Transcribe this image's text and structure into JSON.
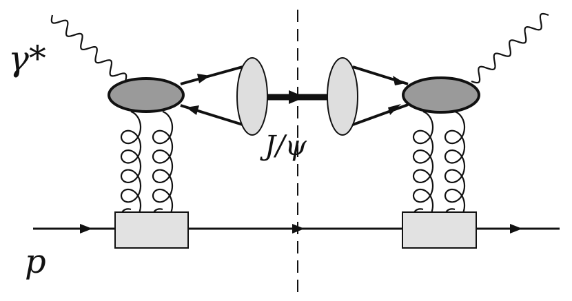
{
  "labels": {
    "photon": "γ*",
    "meson": "J/ψ",
    "proton": "p"
  },
  "colors": {
    "line": "#111111",
    "vertex_blob": "#9a9a9a",
    "meson_blob": "#dedede",
    "proton_box": "#e2e2e2",
    "background": "#ffffff"
  }
}
